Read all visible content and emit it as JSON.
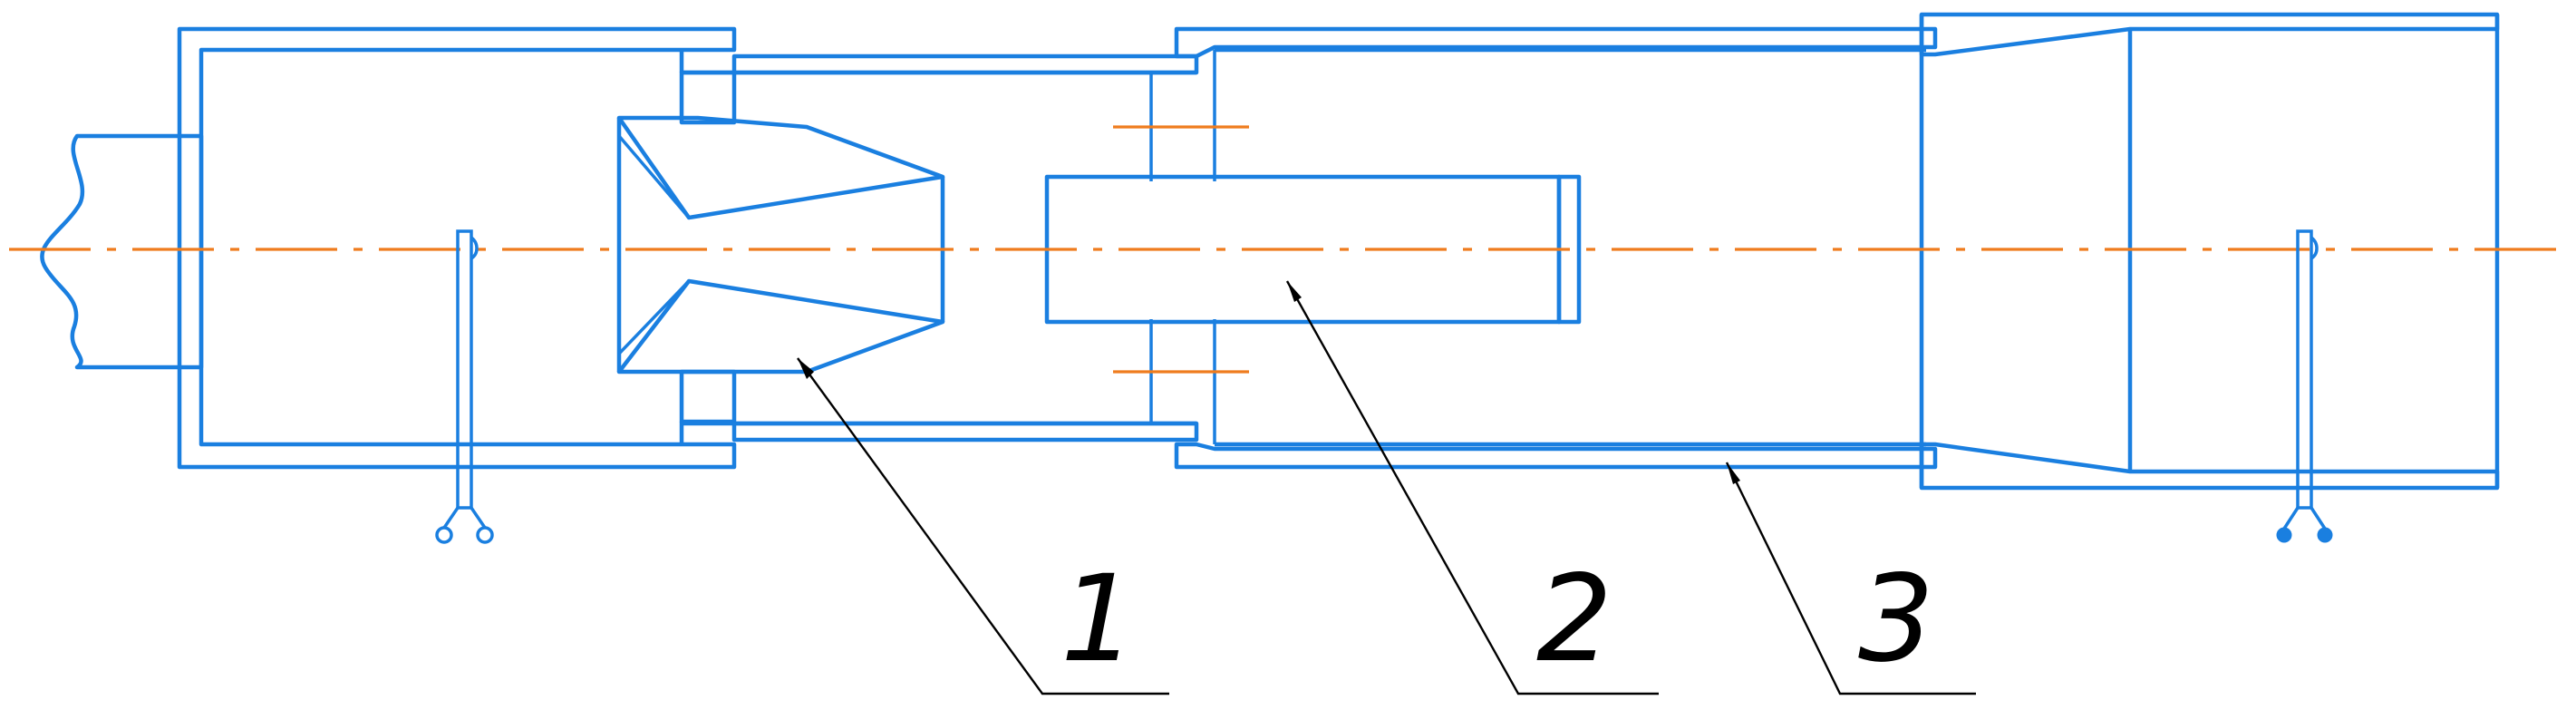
{
  "colors": {
    "outline": "#1a7fe0",
    "axis": "#ef7c1e",
    "hatch": "#000000",
    "leader": "#000000",
    "background": "#ffffff"
  },
  "callouts": [
    {
      "label": "1"
    },
    {
      "label": "2"
    },
    {
      "label": "3"
    }
  ]
}
